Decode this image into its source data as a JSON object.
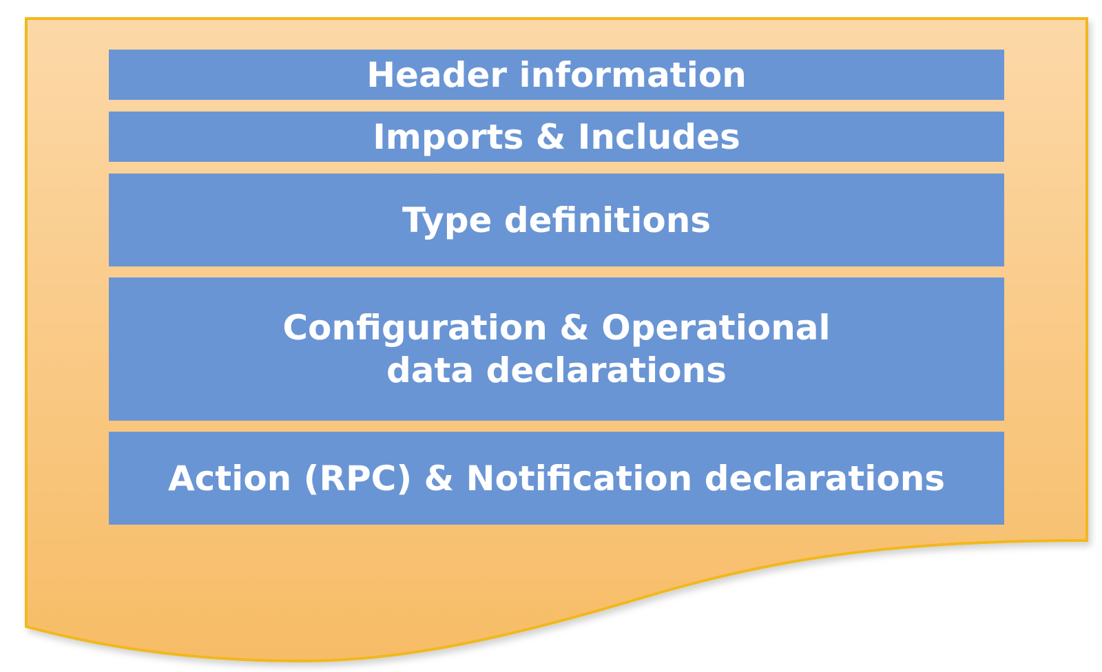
{
  "sections": [
    {
      "label": "Header information"
    },
    {
      "label": "Imports & Includes"
    },
    {
      "label": "Type definitions"
    },
    {
      "label": "Configuration & Operational\ndata declarations"
    },
    {
      "label": "Action (RPC) & Notification declarations"
    }
  ],
  "colors": {
    "document_fill_top": "#fcd8a8",
    "document_fill_bottom": "#f7bc66",
    "document_border": "#f0b81a",
    "section_fill": "#6a95d4",
    "section_text": "#ffffff"
  }
}
